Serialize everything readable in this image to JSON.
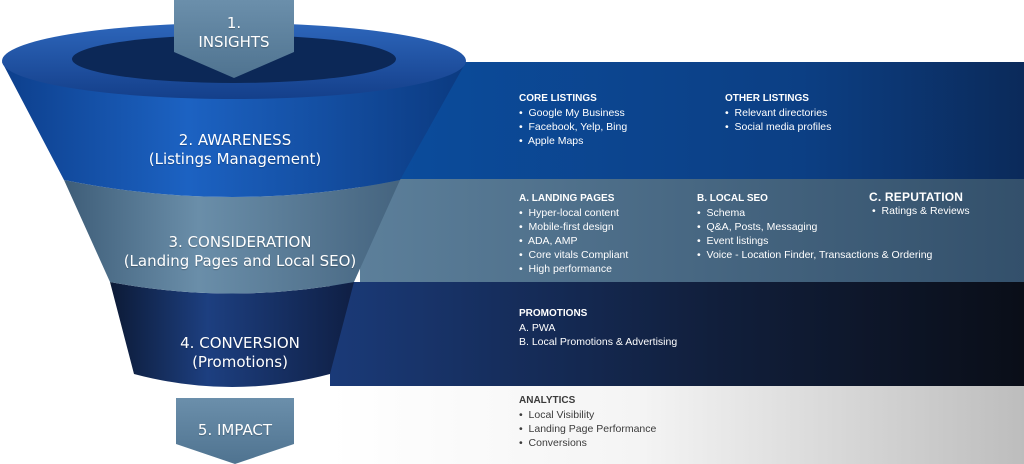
{
  "stages": [
    {
      "number": "1.",
      "title": "INSIGHTS",
      "subtitle": ""
    },
    {
      "number": "2.",
      "title": "AWARENESS",
      "subtitle": "(Listings Management)"
    },
    {
      "number": "3.",
      "title": "CONSIDERATION",
      "subtitle": "(Landing Pages and Local SEO)"
    },
    {
      "number": "4.",
      "title": "CONVERSION",
      "subtitle": "(Promotions)"
    },
    {
      "number": "5.",
      "title": "IMPACT",
      "subtitle": ""
    }
  ],
  "stage_labels": {
    "s1_line1": "1.",
    "s1_line2": "INSIGHTS",
    "s2_line1": "2. AWARENESS",
    "s2_line2": "(Listings Management)",
    "s3_line1": "3. CONSIDERATION",
    "s3_line2": "(Landing Pages and Local SEO)",
    "s4_line1": "4. CONVERSION",
    "s4_line2": "(Promotions)",
    "s5_line1": "5. IMPACT"
  },
  "awareness": {
    "core": {
      "heading": "CORE LISTINGS",
      "items": [
        "Google My Business",
        "Facebook, Yelp, Bing",
        "Apple Maps"
      ]
    },
    "other": {
      "heading": "OTHER LISTINGS",
      "items": [
        "Relevant directories",
        "Social media profiles"
      ]
    }
  },
  "consideration": {
    "landing": {
      "heading": "A. LANDING PAGES",
      "items": [
        "Hyper-local content",
        "Mobile-first design",
        "ADA, AMP",
        "Core vitals Compliant",
        "High performance"
      ]
    },
    "seo": {
      "heading": "B. LOCAL SEO",
      "items": [
        "Schema",
        "Q&A, Posts, Messaging",
        "Event listings",
        "Voice - Location Finder, Transactions & Ordering"
      ]
    },
    "reputation": {
      "heading": "C. REPUTATION",
      "items": [
        "Ratings & Reviews"
      ]
    }
  },
  "conversion": {
    "heading": "PROMOTIONS",
    "items": [
      "A. PWA",
      "B. Local Promotions & Advertising"
    ]
  },
  "impact": {
    "heading": "ANALYTICS",
    "items": [
      "Local Visibility",
      "Landing Page Performance",
      "Conversions"
    ]
  },
  "colors": {
    "awareness_band": "#0b4c9c",
    "consideration_band": "#5b7e99",
    "conversion_band": "#16326a",
    "impact_band": "#cfcfcf",
    "arrow": "#5a7f9b",
    "funnel_rim": "#1d53a8",
    "funnel_hole": "#0c2857"
  }
}
